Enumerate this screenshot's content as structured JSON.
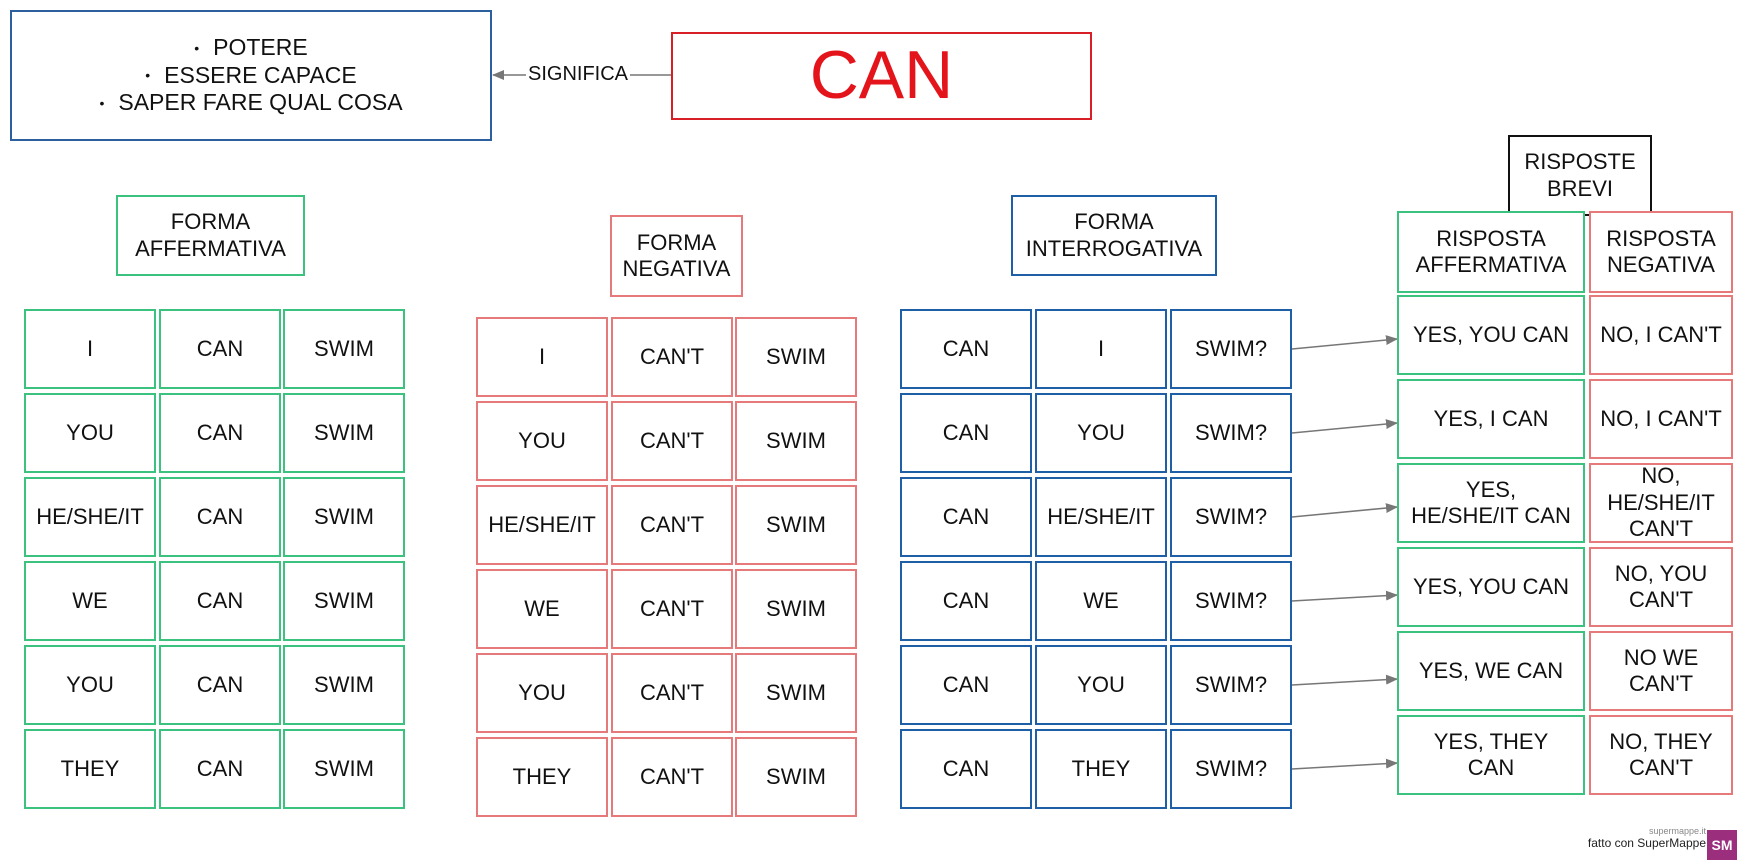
{
  "title": "CAN",
  "link_label": "SIGNIFICA",
  "meanings": [
    "POTERE",
    "ESSERE CAPACE",
    "SAPER FARE QUAL COSA"
  ],
  "affirmative": {
    "header": "FORMA\nAFFERMATIVA",
    "rows": [
      [
        "I",
        "CAN",
        "SWIM"
      ],
      [
        "YOU",
        "CAN",
        "SWIM"
      ],
      [
        "HE/SHE/IT",
        "CAN",
        "SWIM"
      ],
      [
        "WE",
        "CAN",
        "SWIM"
      ],
      [
        "YOU",
        "CAN",
        "SWIM"
      ],
      [
        "THEY",
        "CAN",
        "SWIM"
      ]
    ]
  },
  "negative": {
    "header": "FORMA\nNEGATIVA",
    "rows": [
      [
        "I",
        "CAN'T",
        "SWIM"
      ],
      [
        "YOU",
        "CAN'T",
        "SWIM"
      ],
      [
        "HE/SHE/IT",
        "CAN'T",
        "SWIM"
      ],
      [
        "WE",
        "CAN'T",
        "SWIM"
      ],
      [
        "YOU",
        "CAN'T",
        "SWIM"
      ],
      [
        "THEY",
        "CAN'T",
        "SWIM"
      ]
    ]
  },
  "interrogative": {
    "header": "FORMA\nINTERROGATIVA",
    "rows": [
      [
        "CAN",
        "I",
        "SWIM?"
      ],
      [
        "CAN",
        "YOU",
        "SWIM?"
      ],
      [
        "CAN",
        "HE/SHE/IT",
        "SWIM?"
      ],
      [
        "CAN",
        "WE",
        "SWIM?"
      ],
      [
        "CAN",
        "YOU",
        "SWIM?"
      ],
      [
        "CAN",
        "THEY",
        "SWIM?"
      ]
    ]
  },
  "short_answers": {
    "header": "RISPOSTE\nBREVI",
    "affirmative_header": "RISPOSTA\nAFFERMATIVA",
    "negative_header": "RISPOSTA\nNEGATIVA",
    "affirmative": [
      "YES, YOU CAN",
      "YES, I CAN",
      "YES,\nHE/SHE/IT CAN",
      "YES, YOU CAN",
      "YES, WE CAN",
      "YES, THEY\nCAN"
    ],
    "negative": [
      "NO, I CAN'T",
      "NO, I CAN'T",
      "NO,\nHE/SHE/IT\nCAN'T",
      "NO, YOU\nCAN'T",
      "NO WE\nCAN'T",
      "NO, THEY\nCAN'T"
    ]
  },
  "brand": {
    "small": "supermappe.it",
    "text": "fatto con SuperMappe",
    "logo": "SM"
  },
  "colors": {
    "affirmative": "#3cc27f",
    "negative": "#e67a7a",
    "interrogative": "#1f5fa6",
    "title": "#e4141b"
  }
}
